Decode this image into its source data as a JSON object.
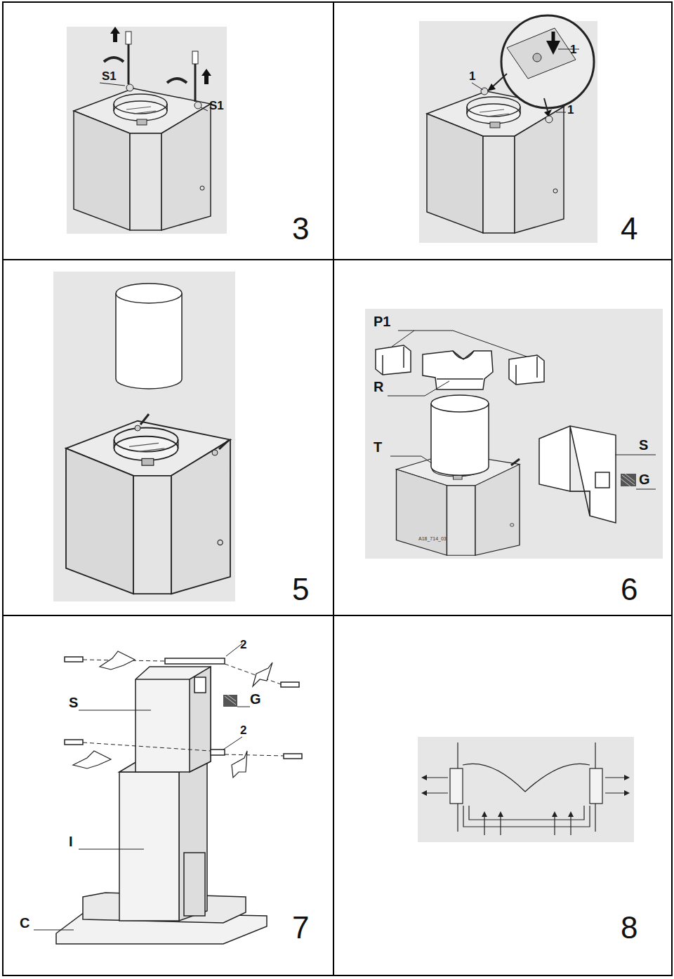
{
  "diagram": {
    "labels": [
      "S1",
      "S1",
      "3",
      "1",
      "1",
      "1",
      "4",
      "5",
      "P1",
      "R",
      "T",
      "S",
      "G",
      "A18_714_03",
      "6",
      "2",
      "S",
      "G",
      "2",
      "I",
      "C",
      "7",
      "8"
    ]
  }
}
